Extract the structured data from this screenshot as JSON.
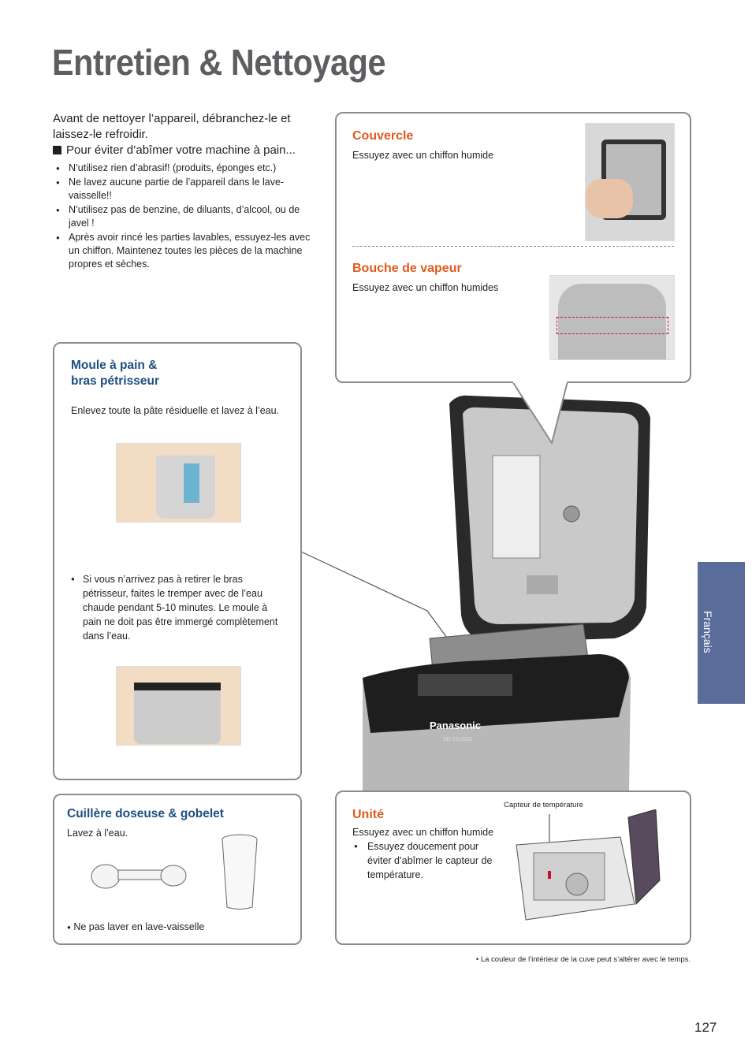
{
  "page_title": "Entretien & Nettoyage",
  "intro": {
    "line1": "Avant de nettoyer l’appareil, débranchez-le et laissez-le refroidir.",
    "line2": "Pour éviter d’abîmer votre machine à pain...",
    "bullets": [
      "N’utilisez rien d’abrasif! (produits, éponges etc.)",
      "Ne lavez aucune partie de l’appareil dans le lave-vaisselle!!",
      "N’utilisez pas de benzine, de diluants, d’alcool, ou de javel !",
      "Après avoir rincé les parties lavables, essuyez-les avec un chiffon. Maintenez toutes les pièces de la machine propres et sèches."
    ]
  },
  "couvercle": {
    "title": "Couvercle",
    "text": "Essuyez avec un chiffon humide"
  },
  "vapeur": {
    "title": "Bouche de vapeur",
    "text": "Essuyez avec un chiffon humides"
  },
  "moule": {
    "title1": "Moule à pain &",
    "title2": "bras pétrisseur",
    "text": "Enlevez toute la pâte résiduelle et lavez à l’eau.",
    "bullet": "Si vous n’arrivez pas à retirer le bras pétrisseur, faites le tremper avec de l’eau chaude pendant 5-10 minutes. Le moule à pain ne doit pas être immergé complètement dans l’eau."
  },
  "cuillere": {
    "title": "Cuillère doseuse & gobelet",
    "text": "Lavez à l’eau.",
    "bullet": "Ne pas laver en lave-vaisselle"
  },
  "unite": {
    "title": "Unité",
    "text": "Essuyez avec un chiffon humide",
    "bullet": "Essuyez doucement pour éviter d’abîmer le capteur de température.",
    "sensor_label": "Capteur de température"
  },
  "machine": {
    "brand": "Panasonic",
    "model": "SD-2815O2"
  },
  "footnote": "• La couleur de l’intérieur de la cuve peut s’altérer avec le temps.",
  "side_tab": "Français",
  "page_number": "127"
}
